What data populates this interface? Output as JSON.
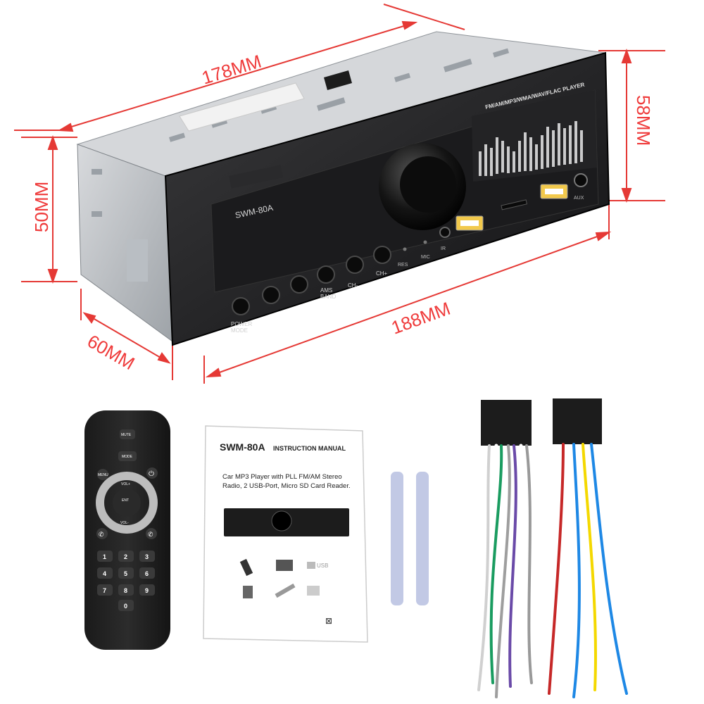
{
  "dimensions": {
    "width_top": "178MM",
    "height_left": "50MM",
    "height_right": "58MM",
    "width_bottom": "188MM",
    "depth": "60MM",
    "line_color": "#e53935"
  },
  "radio": {
    "model": "SWM-80A",
    "banner": "FM/AM/MP3/WMA/WAV/FLAC PLAYER",
    "buttons": {
      "power": "POWER\nMODE",
      "ams_band": "AMS\nBAND",
      "ch_minus": "CH-",
      "ch_plus": "CH+",
      "res": "RES",
      "mic": "MIC",
      "ir": "IR",
      "aux": "AUX"
    }
  },
  "remote": {
    "mute": "MUTE",
    "mode": "MODE",
    "menu": "MENU",
    "vol_up": "VOL+",
    "vol_down": "VOL-",
    "ent": "ENT",
    "keys": [
      "1",
      "2",
      "3",
      "4",
      "5",
      "6",
      "7",
      "8",
      "9",
      "0"
    ]
  },
  "manual": {
    "model": "SWM-80A",
    "title": "INSTRUCTION MANUAL",
    "description_line1": "Car MP3 Player with PLL FM/AM Stereo",
    "description_line2": "Radio, 2 USB-Port, Micro SD Card Reader.",
    "usb_label": "USB"
  },
  "wire_colors": {
    "left": [
      "#d0d0d0",
      "#ffffff",
      "#1a9c60",
      "#6a4aa8",
      "#ffffff",
      "#999999",
      "#9e9e9e"
    ],
    "right": [
      "#c62828",
      "#1e88e5",
      "#f4d800",
      "#1a1a1a"
    ]
  }
}
